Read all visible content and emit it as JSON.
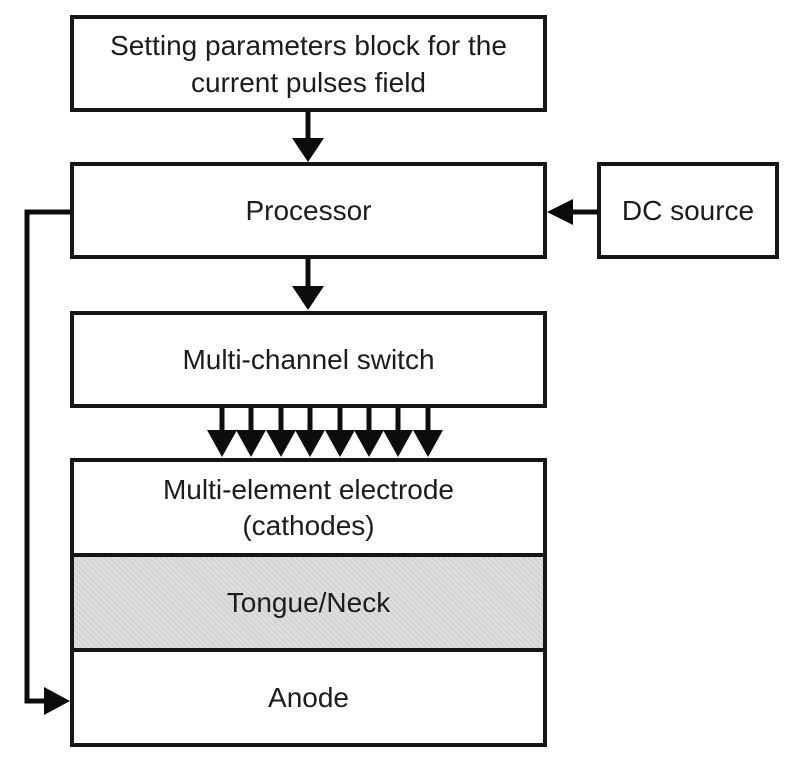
{
  "diagram": {
    "nodes": {
      "settings_block": {
        "lines": [
          "Setting parameters block for the",
          "current pulses field"
        ]
      },
      "processor": {
        "label": "Processor"
      },
      "dc_source": {
        "label": "DC source"
      },
      "multi_channel_switch": {
        "label": "Multi-channel switch"
      },
      "multi_element_electrode": {
        "lines": [
          "Multi-element electrode",
          "(cathodes)"
        ]
      },
      "tongue_neck": {
        "label": "Tongue/Neck"
      },
      "anode": {
        "label": "Anode"
      }
    },
    "connections": {
      "channel_arrow_count": 8
    },
    "colors": {
      "background": "#ffffff",
      "box_border": "#161616",
      "arrow": "#0c0c0c",
      "tongue_neck_fill": "#d9d9d9",
      "text": "#1c1c1c"
    }
  }
}
